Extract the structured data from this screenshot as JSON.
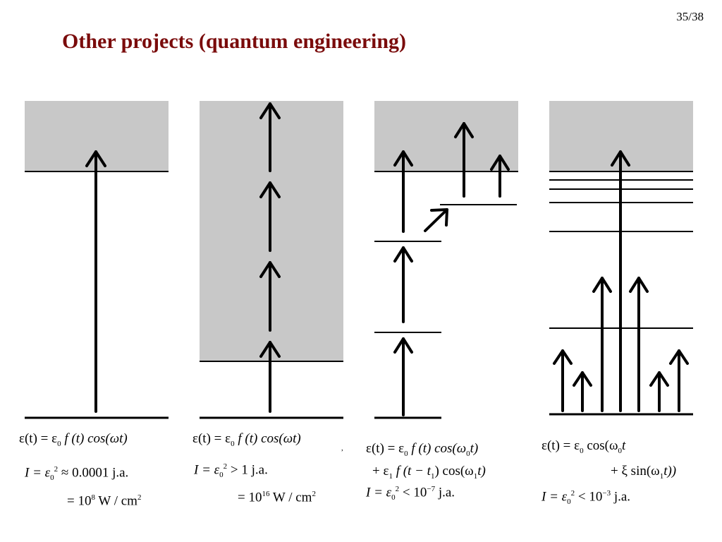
{
  "page_number": "35/38",
  "title": "Other projects (quantum engineering)",
  "colors": {
    "title": "#7a0b0b",
    "continuum": "#c8c8c8",
    "line": "#000000"
  },
  "panels": [
    {
      "field": {
        "lhs": "ε(t) = ε",
        "sub0": "0",
        "rhs": " f (t) cos(ωt)"
      },
      "intensity": {
        "lhs": "I = ε",
        "sub": "0",
        "sup": "2",
        "rest": " ≈ 0.0001  j.a."
      },
      "conversion": {
        "prefix": "= 10",
        "sup": "8",
        "unit": "  W / cm",
        "unit_sup": "2"
      }
    },
    {
      "field": {
        "lhs": "ε(t) = ε",
        "sub0": "0",
        "rhs": " f (t) cos(ωt)"
      },
      "intensity": {
        "lhs": "I = ε",
        "sub": "0",
        "sup": "2",
        "rest": " > 1 j.a."
      },
      "conversion": {
        "prefix": "= 10",
        "sup": "16",
        "unit": "  W / cm",
        "unit_sup": "2"
      },
      "stray_mark": ","
    },
    {
      "field": {
        "lhs": "ε(t) = ε",
        "sub0": "0",
        "rhs": " f (t) cos(ω",
        "sub1": "0",
        "rhs2": "t)"
      },
      "field_cont": {
        "lhs": "+ ε",
        "sub": "1",
        "mid": " f (t − t",
        "sub2": "1",
        "rest": ") cos(ω",
        "sub3": "1",
        "end": "t)"
      },
      "intensity": {
        "lhs": "I = ε",
        "sub": "0",
        "sup": "2",
        "rest": " < 10",
        "exp": "−7",
        "unit": "  j.a."
      }
    },
    {
      "field": {
        "lhs": "ε(t) = ε",
        "sub0": "0",
        "rhs": " cos(ω",
        "sub1": "0",
        "rhs2": "t"
      },
      "field_cont": {
        "lhs": "+ ξ sin(ω",
        "sub": "1",
        "rest": "t))"
      },
      "intensity": {
        "lhs": "I = ε",
        "sub": "0",
        "sup": "2",
        "rest": " < 10",
        "exp": "−3",
        "unit": "  j.a."
      }
    }
  ]
}
